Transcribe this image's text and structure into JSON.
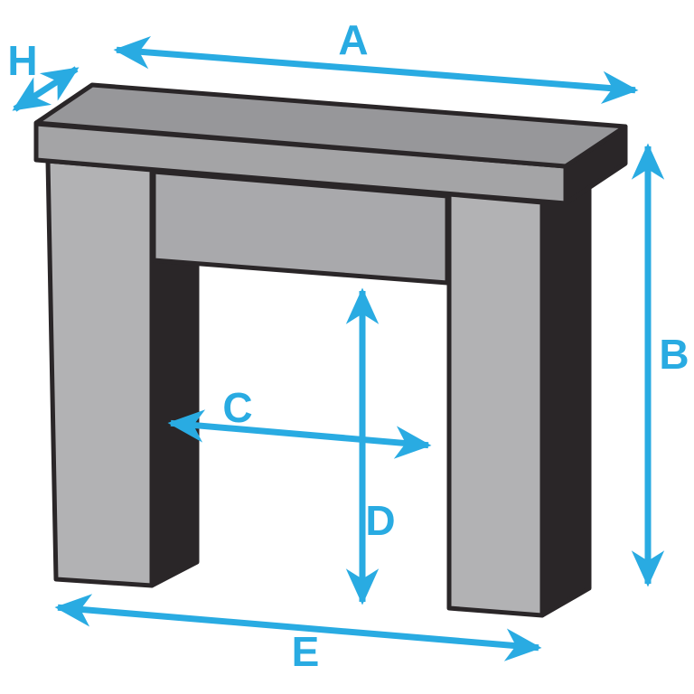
{
  "diagram": {
    "subject": "fireplace-surround-dimension-diagram",
    "dims": {
      "a": {
        "label": "A"
      },
      "b": {
        "label": "B"
      },
      "c": {
        "label": "C"
      },
      "d": {
        "label": "D"
      },
      "e": {
        "label": "E"
      },
      "h": {
        "label": "H"
      }
    },
    "colors": {
      "accent": "#29ABE2",
      "outline": "#2A2628",
      "side_face": "#2A2628",
      "shelf_top_face": "#97979A",
      "shelf_front_face": "#A4A4A6",
      "frieze_face": "#A9A9AC",
      "leg_face": "#B2B2B4",
      "background": "#FFFFFF"
    }
  }
}
